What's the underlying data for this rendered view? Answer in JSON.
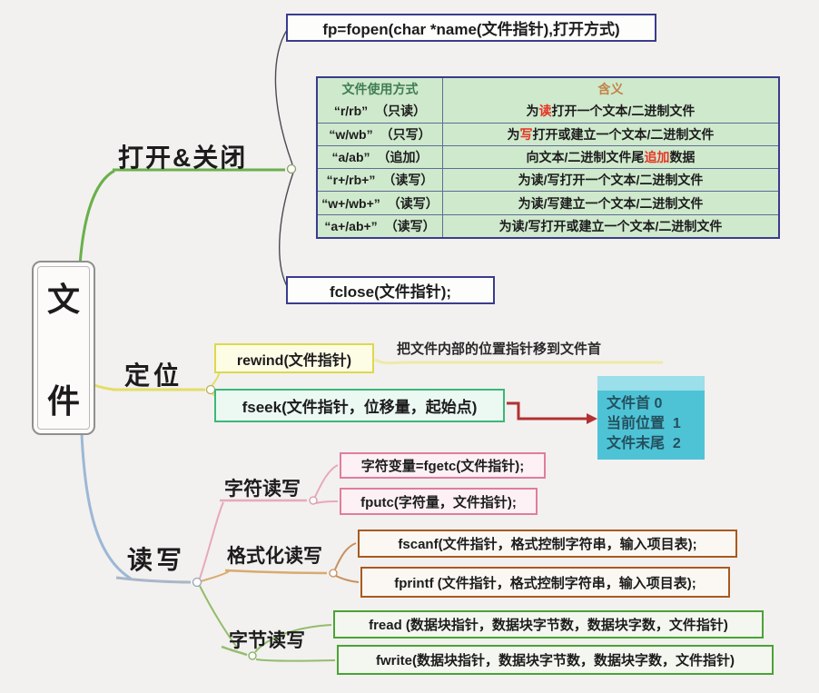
{
  "root": {
    "label_top": "文",
    "label_bottom": "件"
  },
  "branches": {
    "open_close": {
      "label": "打开&关闭",
      "fopen": "fp=fopen(char *name(文件指针),打开方式)",
      "fclose": "fclose(文件指针);"
    },
    "position": {
      "label": "定位",
      "rewind": "rewind(文件指针)",
      "rewind_note": "把文件内部的位置指针移到文件首",
      "fseek": "fseek(文件指针，位移量，起始点)",
      "origin_box": {
        "lines": [
          "文件首 0",
          "当前位置  1",
          "文件末尾  2"
        ]
      }
    },
    "read_write": {
      "label": "读写",
      "char_rw": {
        "label": "字符读写",
        "fgetc": "字符变量=fgetc(文件指针);",
        "fputc": "fputc(字符量，文件指针);"
      },
      "fmt_rw": {
        "label": "格式化读写",
        "fscanf": "fscanf(文件指针，格式控制字符串，输入项目表);",
        "fprintf": "fprintf (文件指针，格式控制字符串，输入项目表);"
      },
      "byte_rw": {
        "label": "字节读写",
        "fread": "fread (数据块指针，数据块字节数，数据块字数，文件指针)",
        "fwrite": "fwrite(数据块指针，数据块字节数，数据块字数，文件指针)"
      }
    }
  },
  "table": {
    "headers": [
      "文件使用方式",
      "含义"
    ],
    "rows": [
      {
        "mode": "“r/rb”",
        "note": "（只读）",
        "meaning": [
          {
            "t": "为"
          },
          {
            "t": "读",
            "red": true
          },
          {
            "t": "打开一个文本/二进制文件"
          }
        ]
      },
      {
        "mode": "“w/wb”",
        "note": "（只写）",
        "meaning": [
          {
            "t": "为"
          },
          {
            "t": "写",
            "red": true
          },
          {
            "t": "打开或建立一个文本/二进制文件"
          }
        ]
      },
      {
        "mode": "“a/ab”",
        "note": "（追加）",
        "meaning": [
          {
            "t": "向文本/二进制文件尾"
          },
          {
            "t": "追加",
            "red": true
          },
          {
            "t": "数据"
          }
        ]
      },
      {
        "mode": "“r+/rb+”",
        "note": "（读写）",
        "meaning": [
          {
            "t": "为读/写打开一个文本/二进制文件"
          }
        ]
      },
      {
        "mode": "“w+/wb+”",
        "note": "（读写）",
        "meaning": [
          {
            "t": "为读/写建立一个文本/二进制文件"
          }
        ]
      },
      {
        "mode": "“a+/ab+”",
        "note": "（读写）",
        "meaning": [
          {
            "t": "为读/写打开或建立一个文本/二进制文件"
          }
        ]
      }
    ]
  },
  "colors": {
    "branch_open_close": "#6ab04c",
    "branch_position": "#e3dd68",
    "branch_read_write": "#9db7d6",
    "node_border_navy": "#3b3b8e",
    "table_bg": "#cfe9cd",
    "highlight_red": "#e63323",
    "rewind_border": "#ddd84e",
    "fseek_border": "#3bb878",
    "char_rw_border": "#e07d9d",
    "fmt_rw_border": "#a9591f",
    "byte_rw_border": "#4aa335",
    "origin_box_bg": "#4fc3d6",
    "arrow_red": "#b23131"
  }
}
